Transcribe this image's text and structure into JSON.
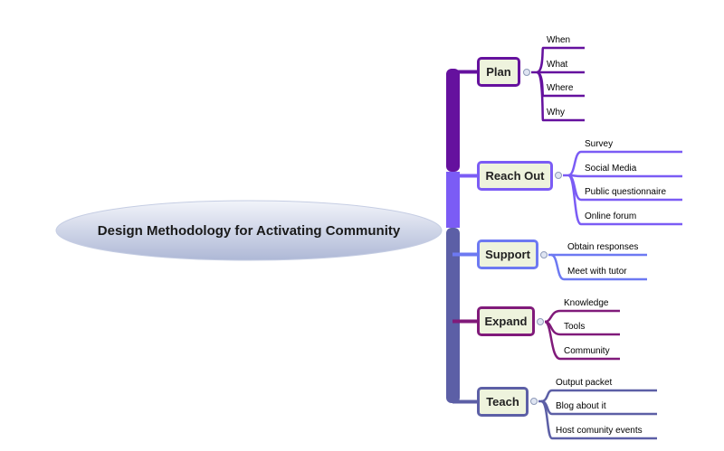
{
  "central": {
    "title": "Design Methodology for Activating Community"
  },
  "colors": {
    "central_fill_top": "#f2f4fa",
    "central_fill_bottom": "#aeb8d6",
    "branch_box_fill": "#eef3dd",
    "plan": "#65119e",
    "reach_out": "#7b5cf5",
    "support": "#6d79f2",
    "expand": "#801a7a",
    "teach": "#5c5fa6",
    "trunk_lower": "#5c5fa6"
  },
  "branches": [
    {
      "key": "plan",
      "label": "Plan",
      "color_key": "plan",
      "children": [
        "When",
        "What",
        "Where",
        "Why"
      ]
    },
    {
      "key": "reach_out",
      "label": "Reach Out",
      "color_key": "reach_out",
      "children": [
        "Survey",
        "Social Media",
        "Public questionnaire",
        "Online forum"
      ]
    },
    {
      "key": "support",
      "label": "Support",
      "color_key": "support",
      "children": [
        "Obtain responses",
        "Meet with tutor"
      ]
    },
    {
      "key": "expand",
      "label": "Expand",
      "color_key": "expand",
      "children": [
        "Knowledge",
        "Tools",
        "Community"
      ]
    },
    {
      "key": "teach",
      "label": "Teach",
      "color_key": "teach",
      "children": [
        "Output packet",
        "Blog about it",
        "Host comunity events"
      ]
    }
  ]
}
